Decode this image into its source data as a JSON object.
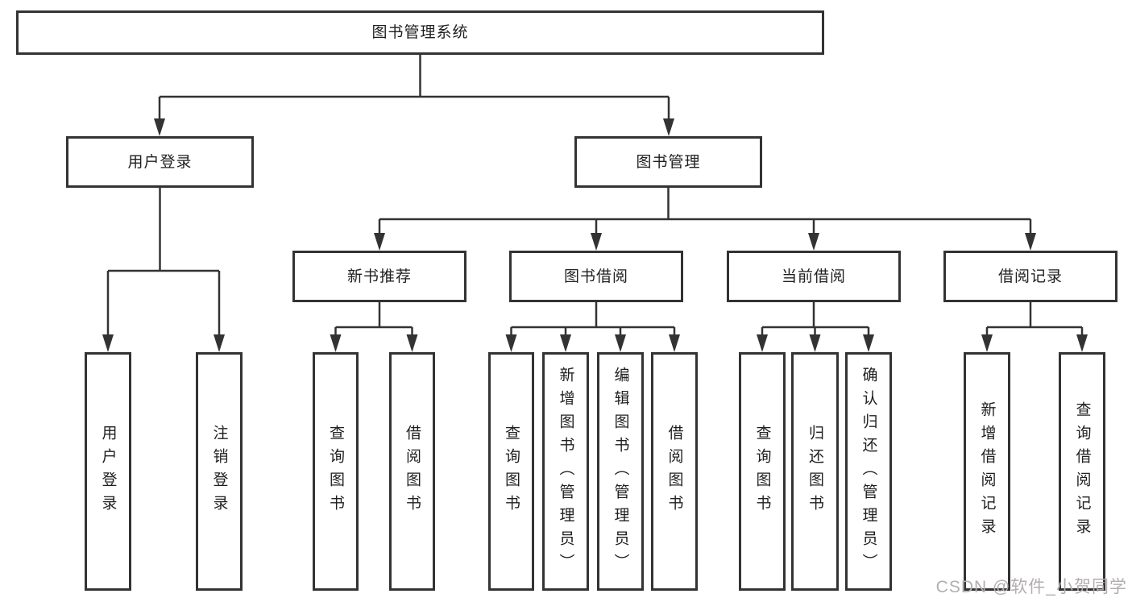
{
  "diagram": {
    "root": {
      "label": "图书管理系统"
    },
    "branches": [
      {
        "label": "用户登录",
        "children": [
          {
            "label": "用户登录"
          },
          {
            "label": "注销登录"
          }
        ]
      },
      {
        "label": "图书管理",
        "children": [
          {
            "label": "新书推荐",
            "children": [
              {
                "label": "查询图书"
              },
              {
                "label": "借阅图书"
              }
            ]
          },
          {
            "label": "图书借阅",
            "children": [
              {
                "label": "查询图书"
              },
              {
                "label": "新增图书（管理员）"
              },
              {
                "label": "编辑图书（管理员）"
              },
              {
                "label": "借阅图书"
              }
            ]
          },
          {
            "label": "当前借阅",
            "children": [
              {
                "label": "查询图书"
              },
              {
                "label": "归还图书"
              },
              {
                "label": "确认归还（管理员）"
              }
            ]
          },
          {
            "label": "借阅记录",
            "children": [
              {
                "label": "新增借阅记录"
              },
              {
                "label": "查询借阅记录"
              }
            ]
          }
        ]
      }
    ]
  },
  "watermark": {
    "text": "CSDN @软件_小贺同学"
  },
  "colors": {
    "line": "#333333",
    "text": "#1f1f1f",
    "box_background": "#ffffff",
    "watermark": "#b3aeae",
    "page_background": "#ffffff"
  }
}
